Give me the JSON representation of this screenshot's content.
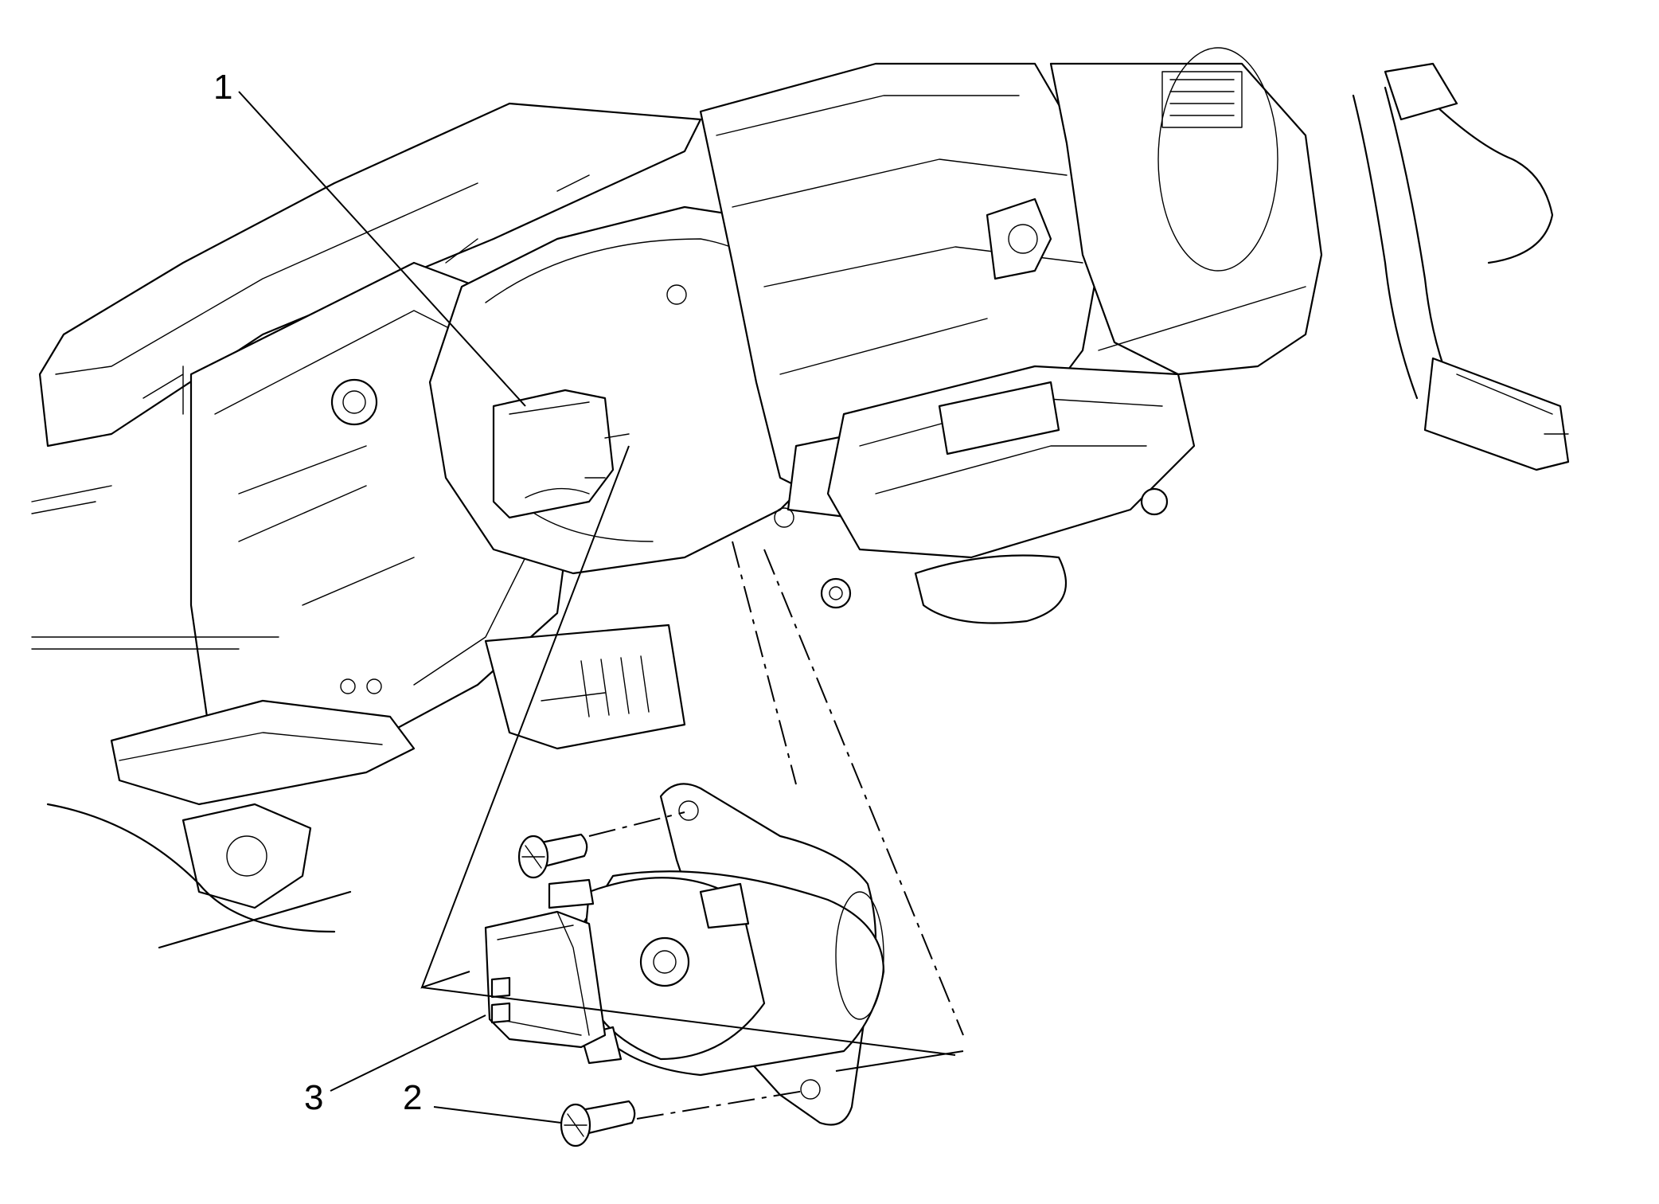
{
  "callouts": [
    {
      "id": "1",
      "label": "1"
    },
    {
      "id": "2",
      "label": "2"
    },
    {
      "id": "3",
      "label": "3"
    }
  ],
  "colors": {
    "line": "#000000",
    "background": "#ffffff"
  },
  "icons": [
    "mounting-bolt-icon",
    "position-sensor-icon",
    "electrical-connector-icon"
  ]
}
